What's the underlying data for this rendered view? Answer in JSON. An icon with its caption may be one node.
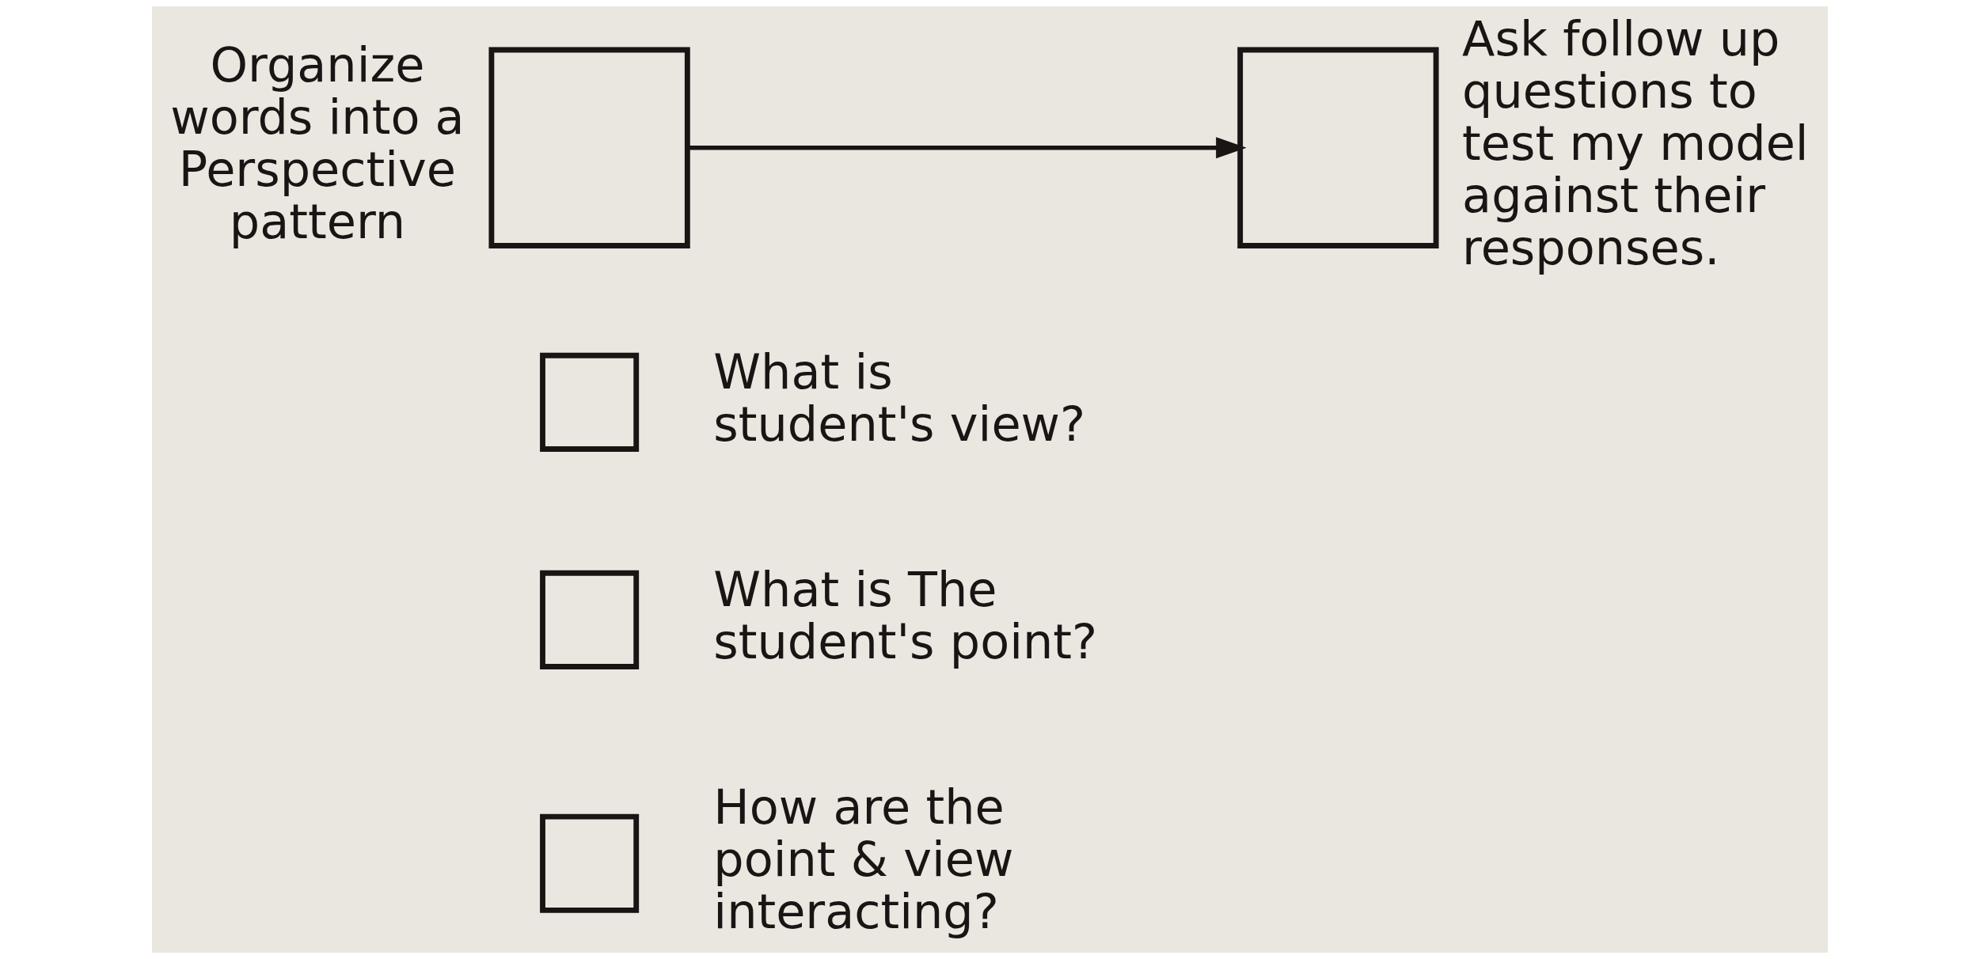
{
  "diagram": {
    "nodes": [
      {
        "text": [],
        "shape": "box",
        "beside": [
          "Organize words into a Perspective pattern"
        ]
      },
      {
        "text": [],
        "shape": "box",
        "beside": [
          "Ask follow up questions to test my model against their responses."
        ]
      },
      {
        "text": [],
        "shape": "box",
        "beside": [
          "What is student's view?"
        ]
      },
      {
        "text": [],
        "shape": "box",
        "beside": [
          "What is The student's point?"
        ]
      },
      {
        "text": [],
        "shape": "box",
        "beside": [
          "How are the point & view interacting?"
        ]
      }
    ],
    "edges": [
      {
        "from": 0,
        "to": 1,
        "arrow": "to"
      }
    ]
  }
}
